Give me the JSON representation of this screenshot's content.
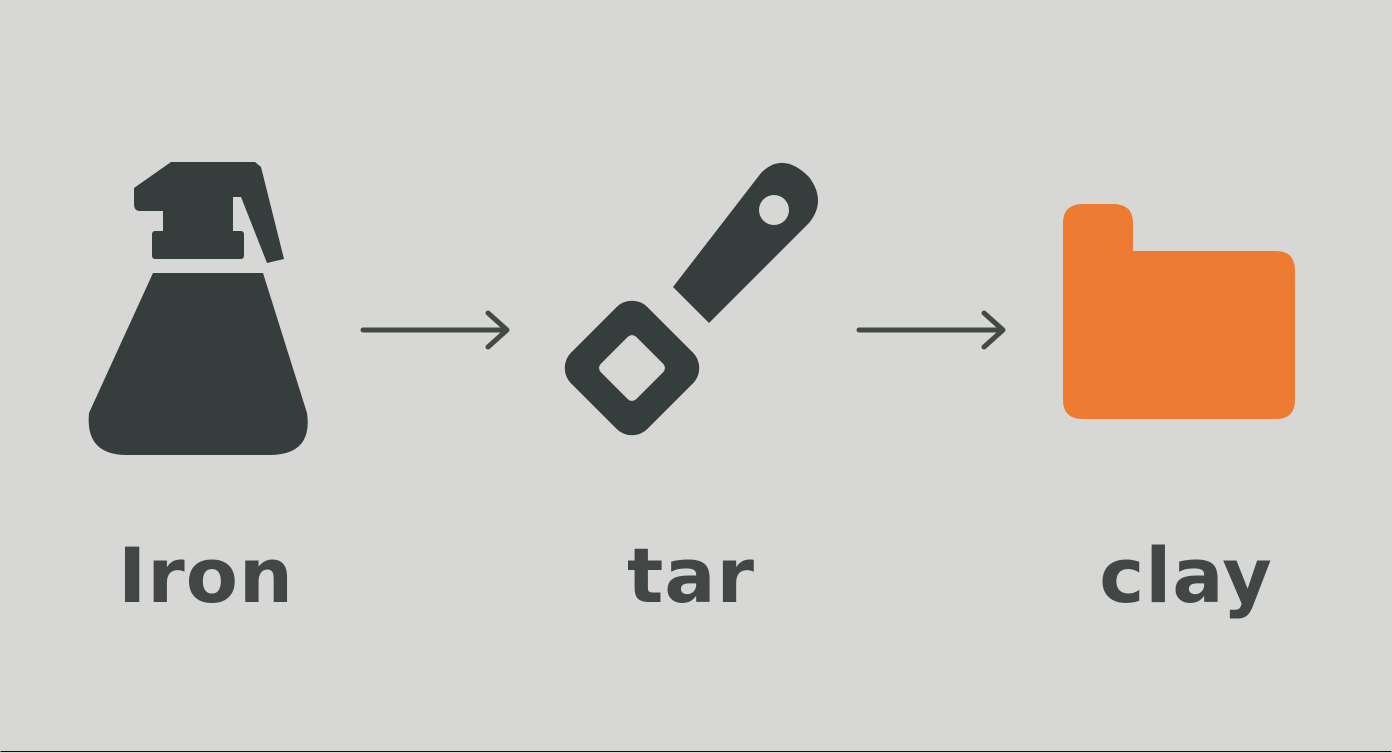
{
  "steps": [
    {
      "label": "Iron",
      "icon": "spray-bottle-icon",
      "color": "#353d3d"
    },
    {
      "label": "tar",
      "icon": "spatula-icon",
      "color": "#353d3d"
    },
    {
      "label": "clay",
      "icon": "folder-icon",
      "color": "#ee7b31"
    }
  ],
  "arrow_color": "#434a46",
  "background": "#d7d7d6"
}
